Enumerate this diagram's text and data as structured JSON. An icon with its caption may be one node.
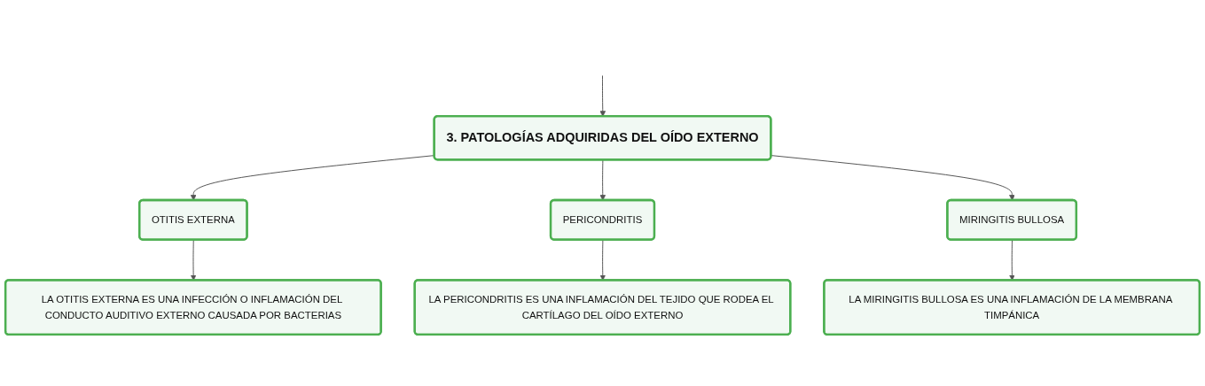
{
  "diagram": {
    "nodes": [
      {
        "text": [
          "3. PATOLOGÍAS ADQUIRIDAS DEL OÍDO EXTERNO"
        ]
      },
      {
        "text": [
          "OTITIS EXTERNA"
        ]
      },
      {
        "text": [
          "PERICONDRITIS"
        ]
      },
      {
        "text": [
          "MIRINGITIS BULLOSA"
        ]
      },
      {
        "text": [
          "LA OTITIS EXTERNA ES UNA INFECCIÓN O INFLAMACIÓN DEL CONDUCTO AUDITIVO EXTERNO CAUSADA POR BACTERIAS"
        ]
      },
      {
        "text": [
          "LA PERICONDRITIS ES UNA INFLAMACIÓN DEL TEJIDO QUE RODEA EL CARTÍLAGO DEL OÍDO EXTERNO"
        ]
      },
      {
        "text": [
          "LA MIRINGITIS BULLOSA ES UNA INFLAMACIÓN DE LA MEMBRANA TIMPÁNICA"
        ]
      }
    ],
    "edges": [
      {
        "from": null,
        "to": 0,
        "arrow": "to"
      },
      {
        "from": 0,
        "to": 1,
        "arrow": "to"
      },
      {
        "from": 0,
        "to": 2,
        "arrow": "to"
      },
      {
        "from": 0,
        "to": 3,
        "arrow": "to"
      },
      {
        "from": 1,
        "to": 4,
        "arrow": "to"
      },
      {
        "from": 2,
        "to": 5,
        "arrow": "to"
      },
      {
        "from": 3,
        "to": 6,
        "arrow": "to"
      }
    ]
  }
}
